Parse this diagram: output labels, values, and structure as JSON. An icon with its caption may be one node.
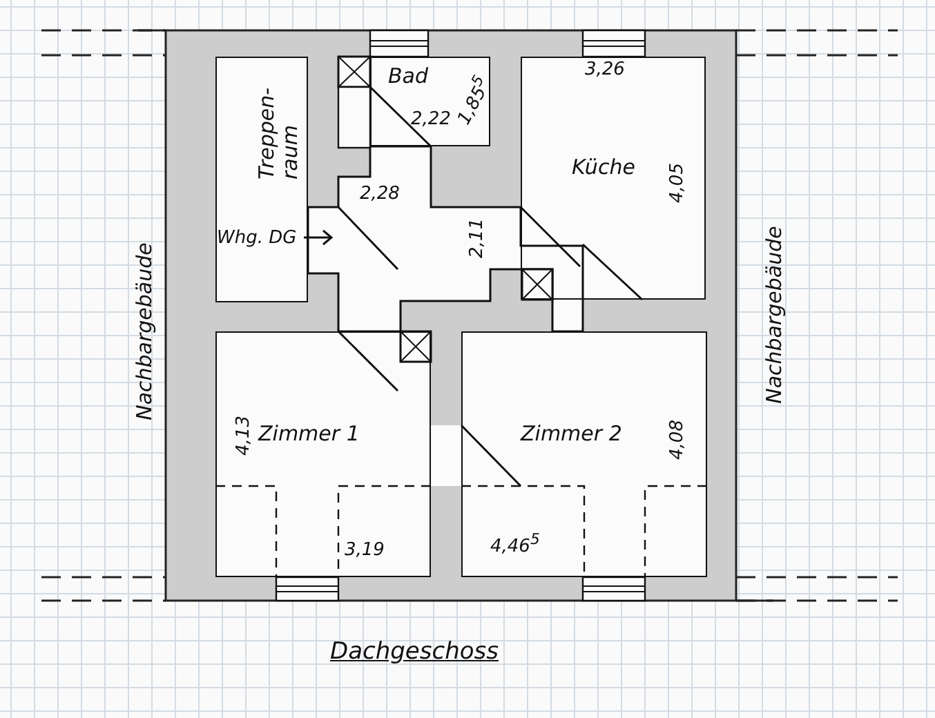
{
  "diagram": {
    "title": "Dachgeschoss",
    "nodes": [
      {
        "text": [
          "Treppen- raum"
        ]
      },
      {
        "text": [
          "Bad"
        ]
      },
      {
        "text": [
          "Küche"
        ]
      },
      {
        "text": [
          "Zimmer 1"
        ]
      },
      {
        "text": [
          "Zimmer 2"
        ]
      }
    ],
    "labels": [
      "3,26",
      "1,85$^{5}$",
      "2,22",
      "4,05",
      "2,28",
      "2,11",
      "Whg. DG",
      "Nachbargebäude",
      "Nachbargebäude",
      "4,13",
      "4,08",
      "3,19",
      "4,46$^{5}$"
    ]
  }
}
